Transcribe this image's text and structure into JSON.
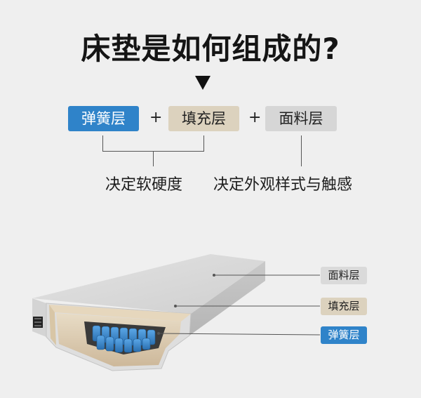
{
  "title": "床垫是如何组成的?",
  "layers": {
    "spring": "弹簧层",
    "fill": "填充层",
    "fabric": "面料层"
  },
  "plus_sign": "+",
  "captions": {
    "left": "决定软硬度",
    "right": "决定外观样式与触感"
  },
  "side_labels": {
    "fabric": "面料层",
    "fill": "填充层",
    "spring": "弹簧层"
  },
  "colors": {
    "spring": "#2f83c9",
    "fill": "#dcd2be",
    "fabric": "#d6d6d6",
    "background": "#efefef"
  }
}
